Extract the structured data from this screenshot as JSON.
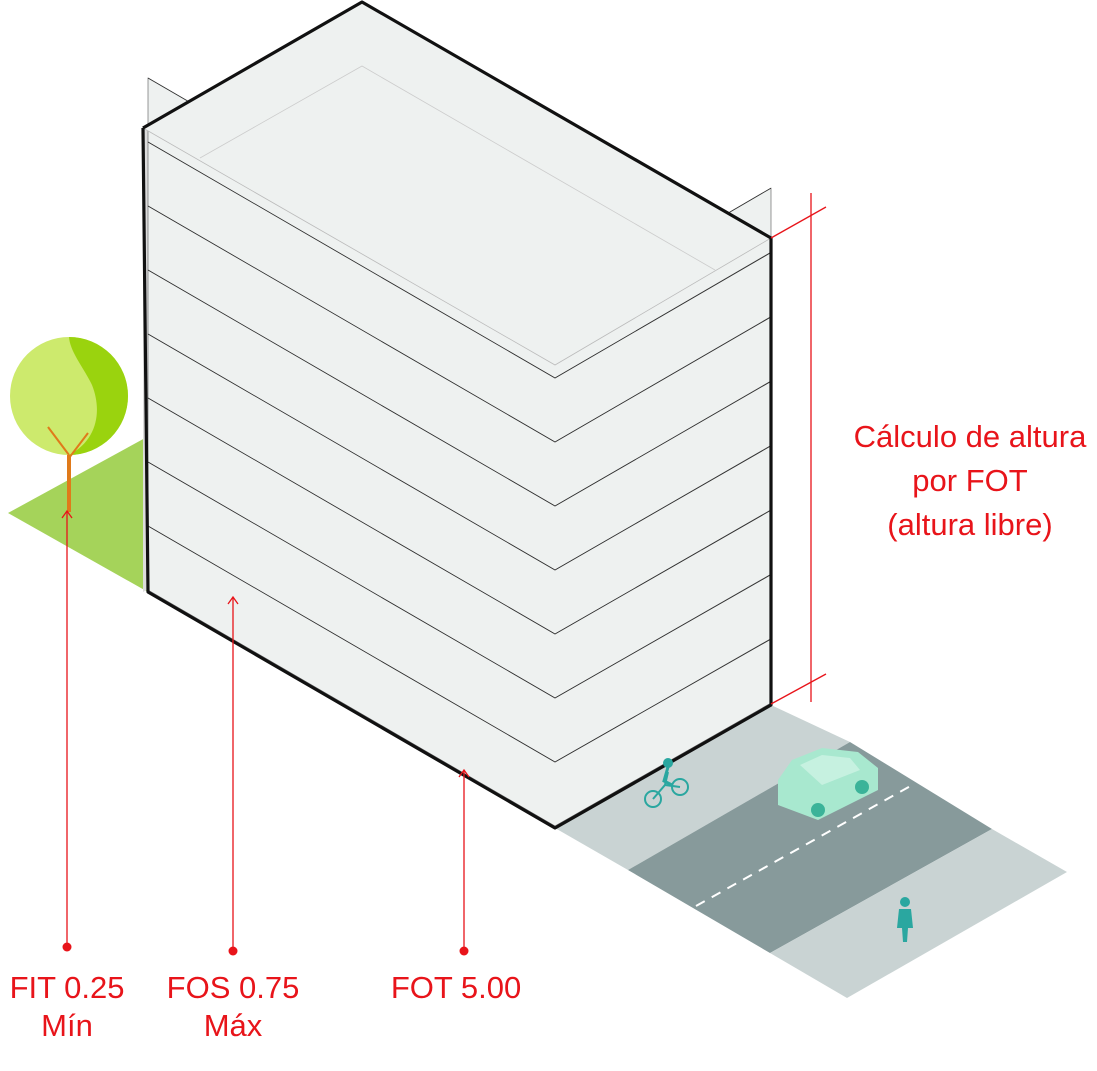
{
  "labels": {
    "fit": {
      "line1": "FIT 0.25",
      "line2": "Mín"
    },
    "fos": {
      "line1": "FOS 0.75",
      "line2": "Máx"
    },
    "fot": {
      "line1": "FOT 5.00"
    },
    "height": {
      "line1": "Cálculo de altura",
      "line2": "por FOT",
      "line3": "(altura libre)"
    }
  },
  "building": {
    "floors": 7
  },
  "colors": {
    "annotation": "#e8141a",
    "floor_face": "#eef1f0",
    "floor_side": "#dcdcdc",
    "outline": "#111111",
    "green_area": "#a5d35a",
    "tree_crown_light": "#cdea6d",
    "tree_crown_dark": "#9ad30e",
    "tree_trunk": "#e07a1a",
    "sidewalk": "#c9d3d3",
    "road": "#879a9b",
    "car": "#a8e8cf",
    "people": "#2aa7a0"
  },
  "icons": [
    "tree-icon",
    "cyclist-icon",
    "car-icon",
    "pedestrian-icon"
  ]
}
